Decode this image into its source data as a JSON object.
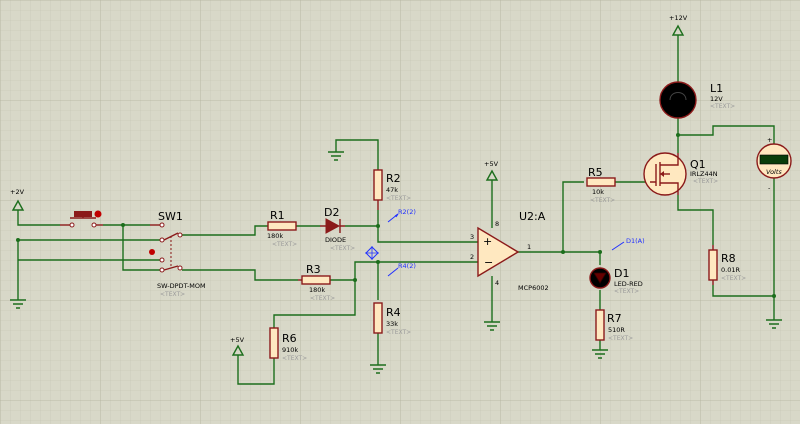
{
  "supplies": {
    "plus12": "+12V",
    "plus2": "+2V",
    "plus5_opamp": "+5V",
    "plus5_r6": "+5V"
  },
  "components": {
    "sw1": {
      "ref": "SW1",
      "value": "SW-DPDT-MOM",
      "text": "<TEXT>"
    },
    "r1": {
      "ref": "R1",
      "value": "180k",
      "text": "<TEXT>"
    },
    "d2": {
      "ref": "D2",
      "value": "DIODE",
      "text": "<TEXT>"
    },
    "r2": {
      "ref": "R2",
      "value": "47k",
      "text": "<TEXT>"
    },
    "r3": {
      "ref": "R3",
      "value": "180k",
      "text": "<TEXT>"
    },
    "r4": {
      "ref": "R4",
      "value": "33k",
      "text": "<TEXT>"
    },
    "r6": {
      "ref": "R6",
      "value": "910k",
      "text": "<TEXT>"
    },
    "u2": {
      "ref": "U2:A",
      "value": "MCP6002",
      "pin_plus": "3",
      "pin_minus": "2",
      "pin_out": "1",
      "pin_vdd": "8",
      "pin_vss": "4"
    },
    "r5": {
      "ref": "R5",
      "value": "10k",
      "text": "<TEXT>"
    },
    "q1": {
      "ref": "Q1",
      "value": "IRLZ44N",
      "text": "<TEXT>"
    },
    "l1": {
      "ref": "L1",
      "value": "12V",
      "text": "<TEXT>"
    },
    "d1": {
      "ref": "D1",
      "value": "LED-RED",
      "text": "<TEXT>"
    },
    "r7": {
      "ref": "R7",
      "value": "510R",
      "text": "<TEXT>"
    },
    "r8": {
      "ref": "R8",
      "value": "0.01R",
      "text": "<TEXT>"
    }
  },
  "voltmeter": {
    "label": "Volts",
    "display": "",
    "plus": "+",
    "minus": "-"
  },
  "probes": {
    "r2": "R2(2)",
    "r4": "R4(2)",
    "d1": "D1(A)"
  },
  "colors": {
    "background": "#d8d8c8",
    "grid": "#c2c2b0",
    "wire": "#1c6e1c",
    "component": "#8b1a1a",
    "body": "#ffe8c0",
    "probe": "#2030ff"
  }
}
